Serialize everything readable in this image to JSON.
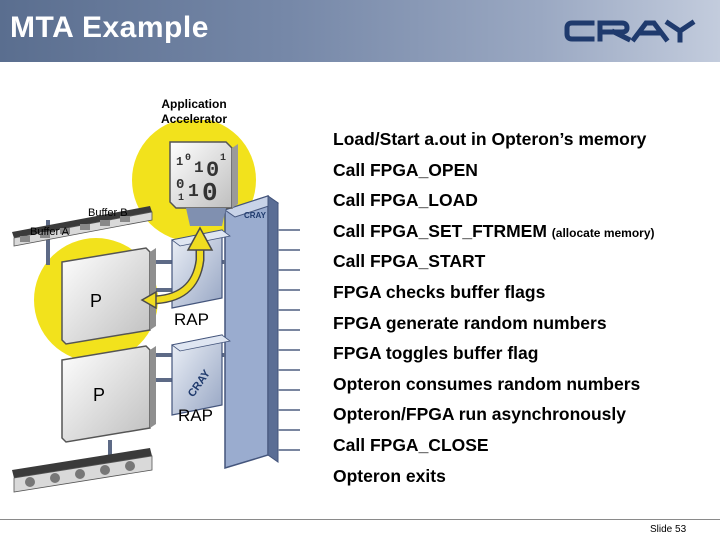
{
  "header": {
    "title": "MTA Example",
    "logo_text": "CRAY"
  },
  "diagram": {
    "app_accelerator_label": "Application\nAccelerator",
    "buffer_b_label": "Buffer B",
    "buffer_a_label": "Buffer A",
    "processor_labels": [
      "P",
      "P"
    ],
    "rap_labels": [
      "RAP",
      "RAP"
    ],
    "accent_yellow": "#f2e21c",
    "arrow_color": "#f0dc20"
  },
  "steps": [
    {
      "text": "Load/Start a.out in Opteron’s memory",
      "note": ""
    },
    {
      "text": "Call FPGA_OPEN",
      "note": ""
    },
    {
      "text": "Call FPGA_LOAD",
      "note": ""
    },
    {
      "text": "Call FPGA_SET_FTRMEM",
      "note": "(allocate memory)"
    },
    {
      "text": "Call FPGA_START",
      "note": ""
    },
    {
      "text": "FPGA checks buffer flags",
      "note": ""
    },
    {
      "text": "FPGA generate random numbers",
      "note": ""
    },
    {
      "text": "FPGA toggles buffer flag",
      "note": ""
    },
    {
      "text": "Opteron consumes random numbers",
      "note": ""
    },
    {
      "text": "Opteron/FPGA  run asynchronously",
      "note": ""
    },
    {
      "text": "Call FPGA_CLOSE",
      "note": ""
    },
    {
      "text": "Opteron exits",
      "note": ""
    }
  ],
  "footer": {
    "slide_number": "Slide 53"
  }
}
